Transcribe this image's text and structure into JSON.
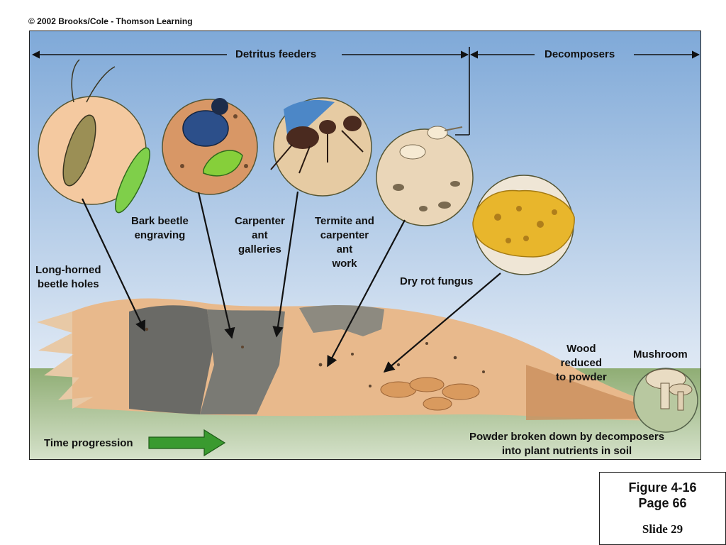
{
  "copyright": "© 2002 Brooks/Cole - Thomson Learning",
  "header": {
    "left_span": "Detritus feeders",
    "right_span": "Decomposers"
  },
  "labels": {
    "bark_beetle": "Bark beetle\nengraving",
    "carpenter_ant": "Carpenter\nant\ngalleries",
    "termite": "Termite and\ncarpenter\nant\nwork",
    "long_horned": "Long-horned\nbeetle holes",
    "dry_rot": "Dry rot fungus",
    "wood_powder": "Wood\nreduced\nto powder",
    "mushroom": "Mushroom",
    "powder_nutrients": "Powder broken down by decomposers\ninto plant nutrients in soil",
    "time": "Time progression"
  },
  "colors": {
    "sky_top": "#7fa9d8",
    "sky_bottom": "#dbe6f3",
    "grass": "#93b078",
    "log": "#e8b98c",
    "bark": "#6a6a66",
    "arrow_green": "#3a9a2f"
  },
  "figure": {
    "figure_line": "Figure 4-16",
    "page_line": "Page 66",
    "slide_line": "Slide 29"
  }
}
